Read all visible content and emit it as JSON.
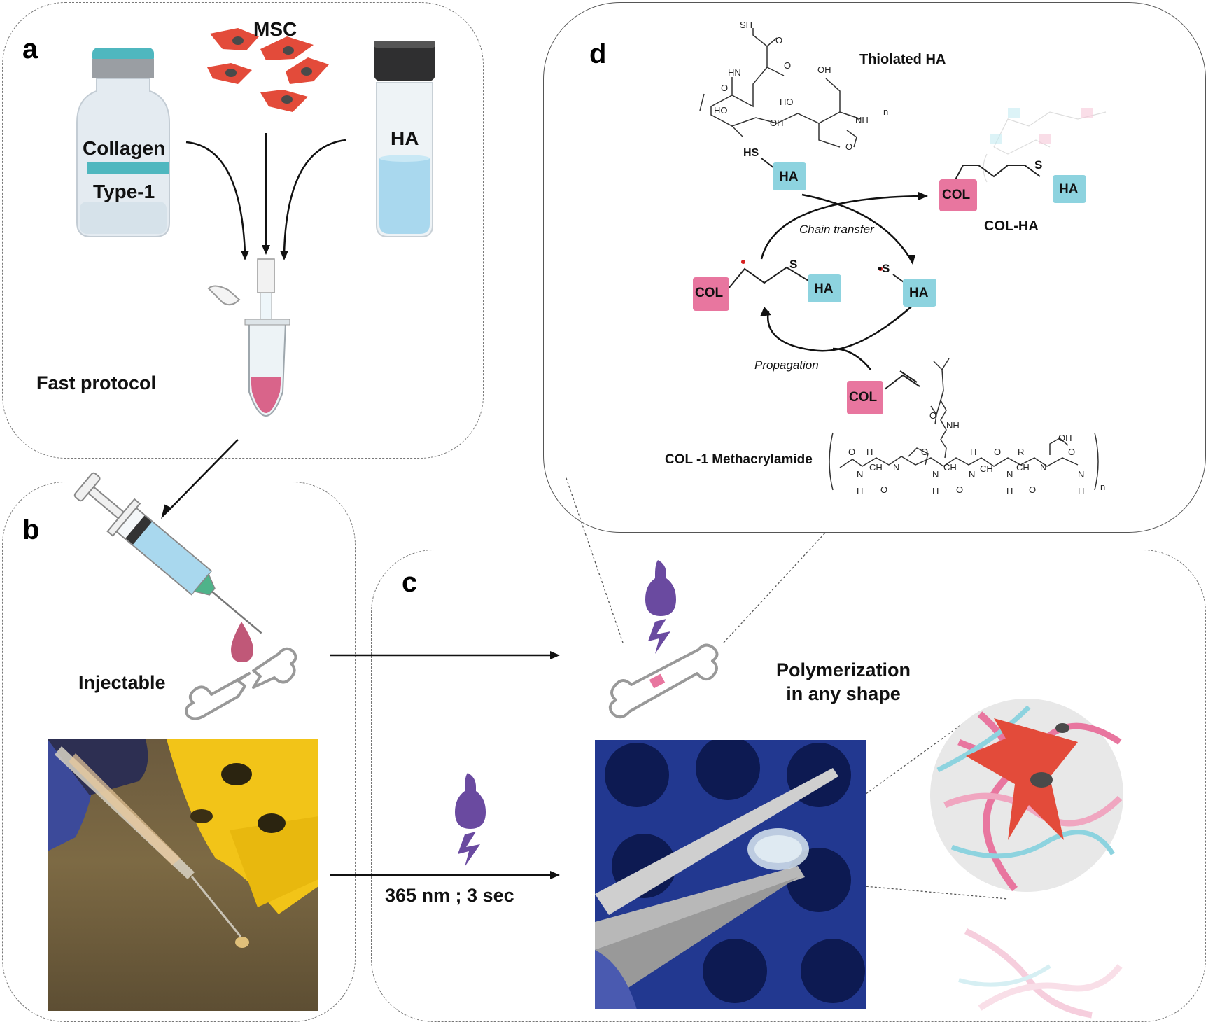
{
  "panels": {
    "a": "a",
    "b": "b",
    "c": "c",
    "d": "d"
  },
  "panel_a": {
    "msc_label": "MSC",
    "collagen_label": "Collagen",
    "type_label": "Type-1",
    "ha_label": "HA",
    "caption": "Fast protocol"
  },
  "panel_b": {
    "caption": "Injectable"
  },
  "panel_c": {
    "polymerization_line1": "Polymerization",
    "polymerization_line2": "in any shape",
    "uv_condition": "365 nm ; 3 sec"
  },
  "panel_d": {
    "thiolated_ha": "Thiolated HA",
    "col_ha": "COL-HA",
    "chain_transfer": "Chain transfer",
    "propagation": "Propagation",
    "col_methacrylamide": "COL -1 Methacrylamide",
    "col_tag": "COL",
    "ha_tag": "HA",
    "hs_text": "HS",
    "s_text": "S",
    "radical_s_text": "•S",
    "chem_sh": "SH",
    "chem_hn": "HN",
    "chem_oh": "OH",
    "chem_ho": "HO",
    "chem_nh": "NH",
    "chem_o": "O",
    "chem_n": "N",
    "chem_h": "H",
    "chem_r": "R",
    "chem_ch": "CH",
    "chem_sub_n": "n"
  },
  "colors": {
    "col_pink": "#e8769f",
    "ha_cyan": "#8dd3df",
    "msc_red": "#e34b3a",
    "uv_purple": "#6a4aa0",
    "liquid_pink": "#d9648a",
    "liquid_blue": "#a9d8ee"
  }
}
